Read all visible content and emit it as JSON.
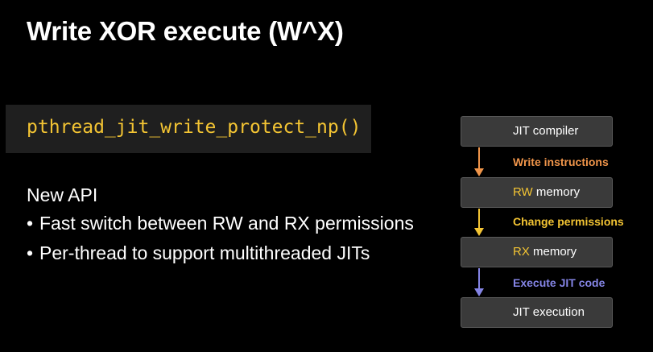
{
  "slide": {
    "title": "Write XOR execute (W^X)",
    "code": "pthread_jit_write_protect_np()",
    "api_heading": "New API",
    "bullets": [
      "Fast switch between RW and RX permissions",
      "Per-thread to support multithreaded JITs"
    ],
    "bullet_glyph": "•"
  },
  "diagram": {
    "nodes": [
      {
        "label": "JIT compiler"
      },
      {
        "prefix": "RW",
        "label": " memory"
      },
      {
        "prefix": "RX",
        "label": " memory"
      },
      {
        "label": "JIT execution"
      }
    ],
    "edges": [
      {
        "label": "Write instructions",
        "color": "#f0954a"
      },
      {
        "label": "Change permissions",
        "color": "#f3c433"
      },
      {
        "label": "Execute JIT code",
        "color": "#8585e6"
      }
    ]
  },
  "colors": {
    "background": "#000000",
    "code_background": "#1f1f1f",
    "code_text": "#f3c433",
    "box_background": "#3a3a3a",
    "accent": "#f3c433"
  }
}
